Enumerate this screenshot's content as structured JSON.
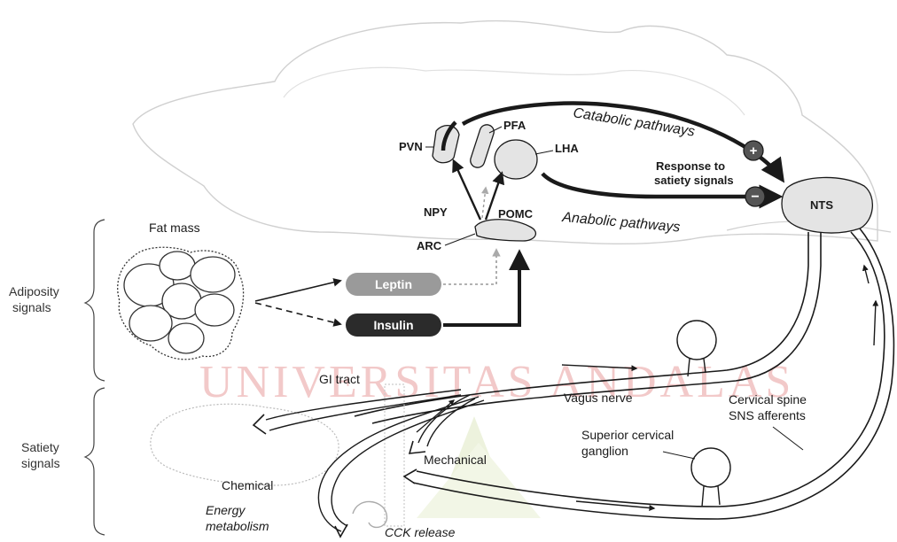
{
  "watermark": "UNIVERSITAS ANDALAS",
  "side_labels": {
    "adiposity": [
      "Adiposity",
      "signals"
    ],
    "satiety": [
      "Satiety",
      "signals"
    ]
  },
  "fat_mass": "Fat mass",
  "hormones": {
    "leptin": "Leptin",
    "insulin": "Insulin"
  },
  "brain_regions": {
    "pvn": "PVN",
    "pfa": "PFA",
    "lha": "LHA",
    "arc": "ARC",
    "nts": "NTS",
    "npy": "NPY",
    "pomc": "POMC"
  },
  "pathways": {
    "catabolic": "Catabolic pathways",
    "anabolic": "Anabolic pathways",
    "response": [
      "Response to",
      "satiety signals"
    ]
  },
  "signs": {
    "plus": "+",
    "minus": "−"
  },
  "gut": {
    "gi_tract": "GI tract",
    "vagus_nerve": "Vagus nerve",
    "cervical_spine": [
      "Cervical spine",
      "SNS afferents"
    ],
    "superior_cervical": [
      "Superior cervical",
      "ganglion"
    ],
    "mechanical": "Mechanical",
    "chemical": "Chemical",
    "energy_metabolism": [
      "Energy",
      "metabolism"
    ],
    "cck_release": "CCK release"
  },
  "colors": {
    "stroke": "#1a1a1a",
    "light_fill": "#e4e4e4",
    "leptin_fill": "#9a9a9a",
    "insulin_fill": "#2b2b2b",
    "watermark": "#f2c9c9",
    "watermark_logo": "#e6efcf"
  }
}
